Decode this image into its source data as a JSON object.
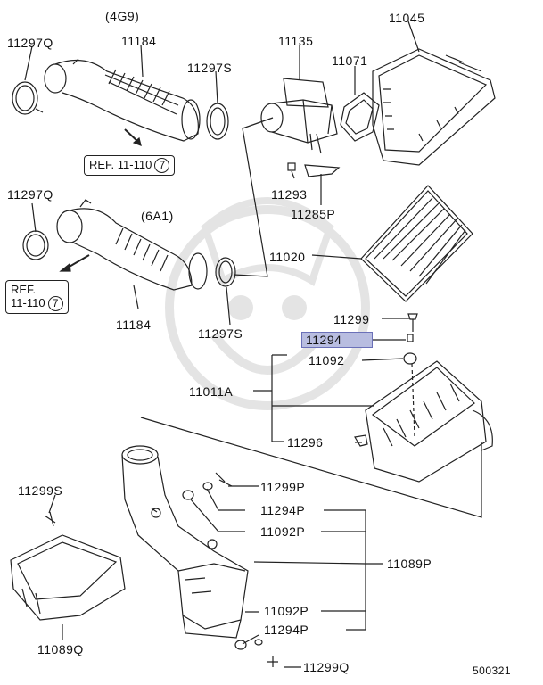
{
  "engine_variants": [
    "(4G9)",
    "(6A1)"
  ],
  "parts": {
    "p11297Q_top": "11297Q",
    "p11184_top": "11184",
    "p11297S_top": "11297S",
    "p11135": "11135",
    "p11071": "11071",
    "p11045": "11045",
    "p11293": "11293",
    "p11285P": "11285P",
    "p11297Q_mid": "11297Q",
    "p11020": "11020",
    "p11184_mid": "11184",
    "p11297S_mid": "11297S",
    "p11299": "11299",
    "p11294": "11294",
    "p11092": "11092",
    "p11011A": "11011A",
    "p11296": "11296",
    "p11299S": "11299S",
    "p11299P": "11299P",
    "p11294P_a": "11294P",
    "p11092P_a": "11092P",
    "p11089P": "11089P",
    "p11092P_b": "11092P",
    "p11294P_b": "11294P",
    "p11089Q": "11089Q",
    "p11299Q": "11299Q"
  },
  "refs": {
    "ref1_text": "REF. 11-110",
    "ref1_num": "7",
    "ref2_line1": "REF.",
    "ref2_line2": "11-110",
    "ref2_num": "7"
  },
  "diagram_id": "500321",
  "highlighted_part": "11294",
  "colors": {
    "highlight": "#b8bde0",
    "line": "#222222"
  }
}
